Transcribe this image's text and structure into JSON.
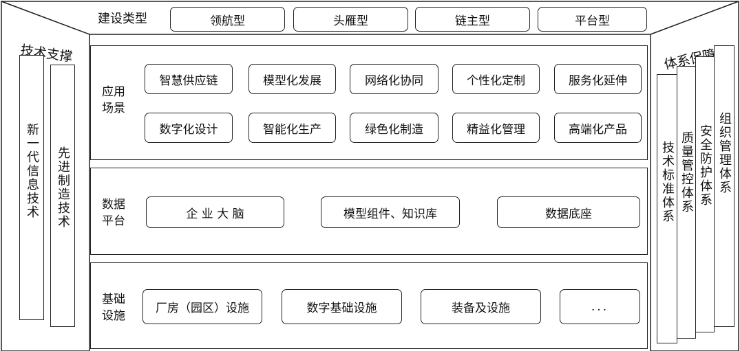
{
  "header": {
    "label": "建设类型",
    "types": [
      "领航型",
      "头雁型",
      "链主型",
      "平台型"
    ]
  },
  "left_panel": {
    "title": "技术支撑",
    "columns": [
      "新一代信息技术",
      "先进制造技术"
    ]
  },
  "right_panel": {
    "title": "体系保障",
    "columns": [
      "技术标准体系",
      "质量管控体系",
      "安全防护体系",
      "组织管理体系"
    ]
  },
  "application": {
    "label_line1": "应用",
    "label_line2": "场景",
    "row1": [
      "智慧供应链",
      "模型化发展",
      "网络化协同",
      "个性化定制",
      "服务化延伸"
    ],
    "row2": [
      "数字化设计",
      "智能化生产",
      "绿色化制造",
      "精益化管理",
      "高端化产品"
    ]
  },
  "data_platform": {
    "label_line1": "数据",
    "label_line2": "平台",
    "items": [
      "企 业 大 脑",
      "模型组件、知识库",
      "数据底座"
    ]
  },
  "infrastructure": {
    "label_line1": "基础",
    "label_line2": "设施",
    "items": [
      "厂房（园区）设施",
      "数字基础设施",
      "装备及设施",
      "..."
    ]
  }
}
